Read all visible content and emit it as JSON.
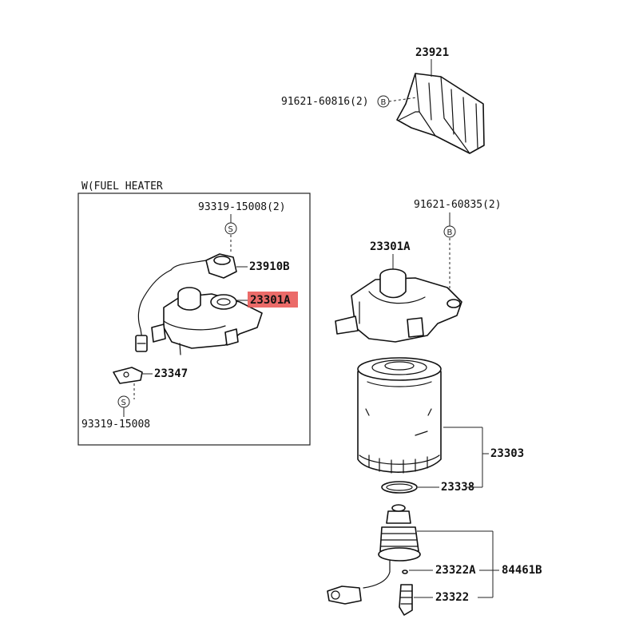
{
  "inset": {
    "title": "W(FUEL HEATER"
  },
  "labels": {
    "p23921": "23921",
    "p91621_60816": "91621-60816(2)",
    "p93319_15008_2": "93319-15008(2)",
    "p23910B": "23910B",
    "p23301A_inset": "23301A",
    "p23347": "23347",
    "p93319_15008": "93319-15008",
    "p91621_60835": "91621-60835(2)",
    "p23301A_main": "23301A",
    "p23303": "23303",
    "p23338": "23338",
    "p23322A": "23322A",
    "p84461B": "84461B",
    "p23322": "23322"
  },
  "symbols": {
    "bolt": "B",
    "screw": "S"
  },
  "highlight": {
    "color": "#e8514f",
    "part": "23301A"
  }
}
